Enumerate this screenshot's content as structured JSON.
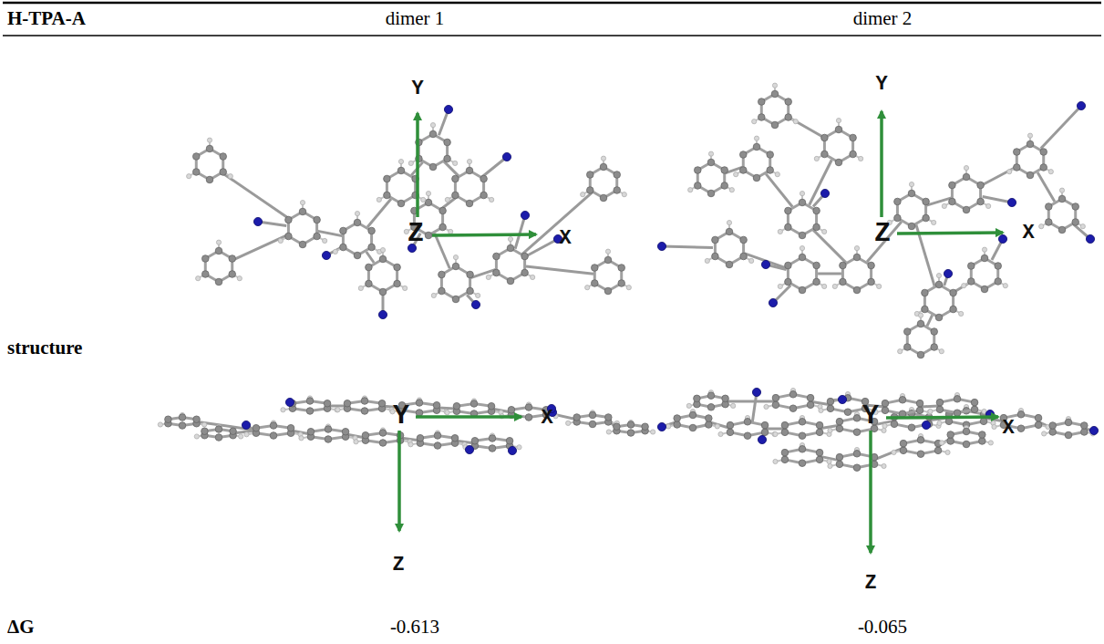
{
  "diagram": {
    "labels": [
      "H-TPA-A",
      "dimer 1",
      "dimer 2",
      "structure",
      "Y",
      "Z",
      "X",
      "Y",
      "X",
      "Z",
      "Y",
      "Z",
      "X",
      "Y",
      "X",
      "Z",
      "ΔG",
      "-0.613",
      "-0.065"
    ]
  }
}
